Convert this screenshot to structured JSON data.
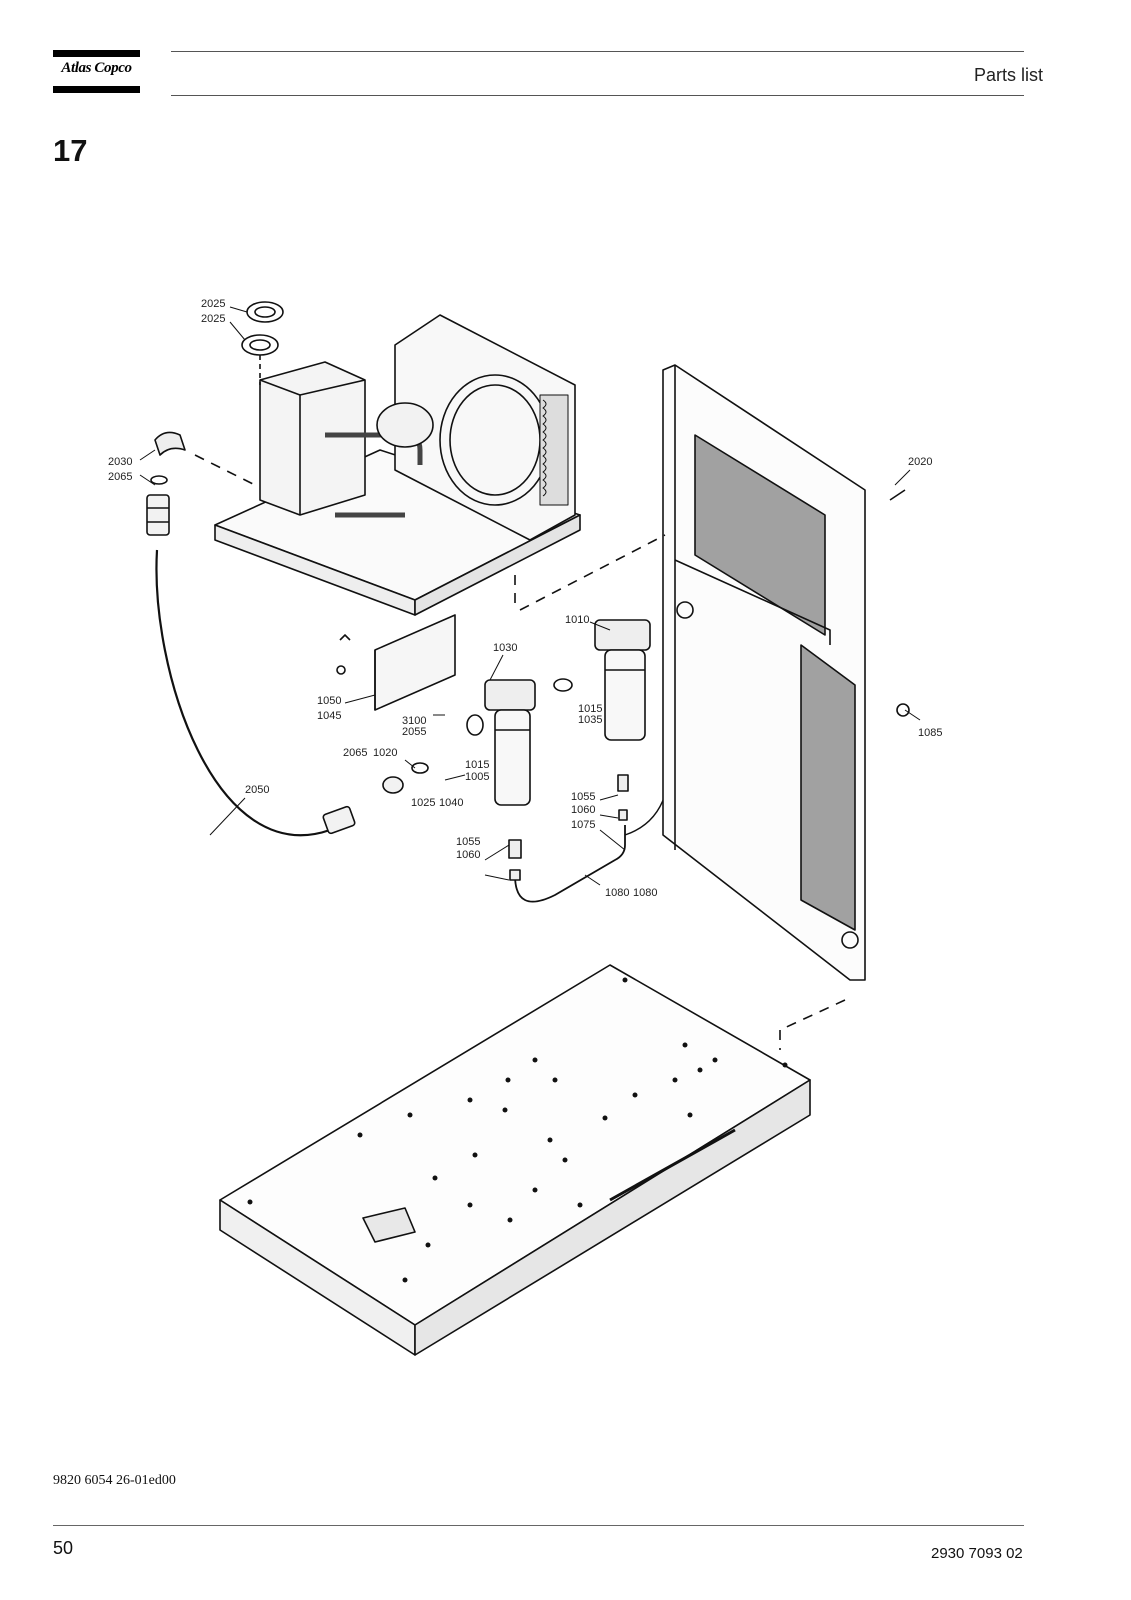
{
  "header": {
    "brand": "Atlas Copco",
    "section_title": "Parts list"
  },
  "figure_number": "17",
  "callouts": [
    "2025",
    "2025",
    "2030",
    "2065",
    "2020",
    "1010",
    "1030",
    "1050",
    "1045",
    "3100",
    "2055",
    "1015",
    "1035",
    "2065",
    "1020",
    "1015",
    "1005",
    "2050",
    "1025",
    "1040",
    "1055",
    "1060",
    "1075",
    "1055",
    "1060",
    "1080",
    "1080",
    "1085"
  ],
  "footer": {
    "doc_code": "9820 6054 26-01ed00",
    "page_number": "50",
    "doc_reference": "2930 7093 02"
  }
}
